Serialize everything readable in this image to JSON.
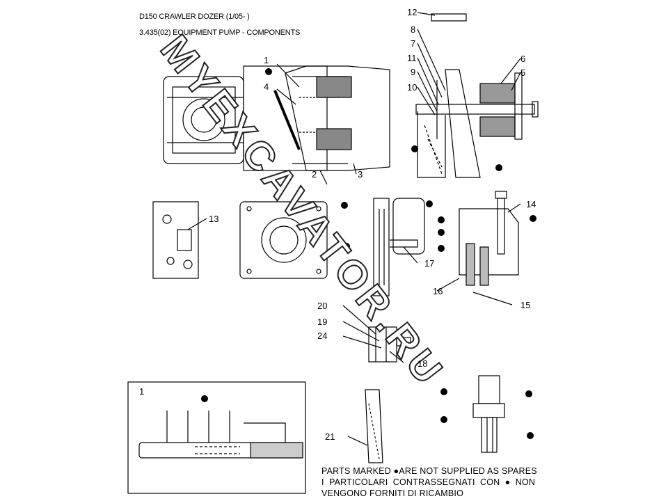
{
  "header": {
    "title": "D150 CRAWLER DOZER (1/05- )",
    "subtitle": "3.435(02) EQUIPMENT PUMP - COMPONENTS"
  },
  "watermark": "MYEXCAVATOR.RU",
  "callouts": {
    "c1": "1",
    "c2": "2",
    "c3": "3",
    "c4": "4",
    "c5": "5",
    "c6": "6",
    "c7": "7",
    "c8": "8",
    "c9": "9",
    "c10": "10",
    "c11": "11",
    "c12": "12",
    "c13": "13",
    "c14": "14",
    "c15": "15",
    "c16": "16",
    "c17": "17",
    "c18": "18",
    "c19": "19",
    "c20": "20",
    "c21": "21",
    "c24": "24",
    "detail": "1"
  },
  "notes": {
    "line1": "PARTS MARKED ●ARE NOT SUPPLIED AS SPARES",
    "line2": "I  PARTICOLARI  CONTRASSEGNATI  CON  ●  NON",
    "line3": "VENGONO FORNITI DI RICAMBIO"
  }
}
